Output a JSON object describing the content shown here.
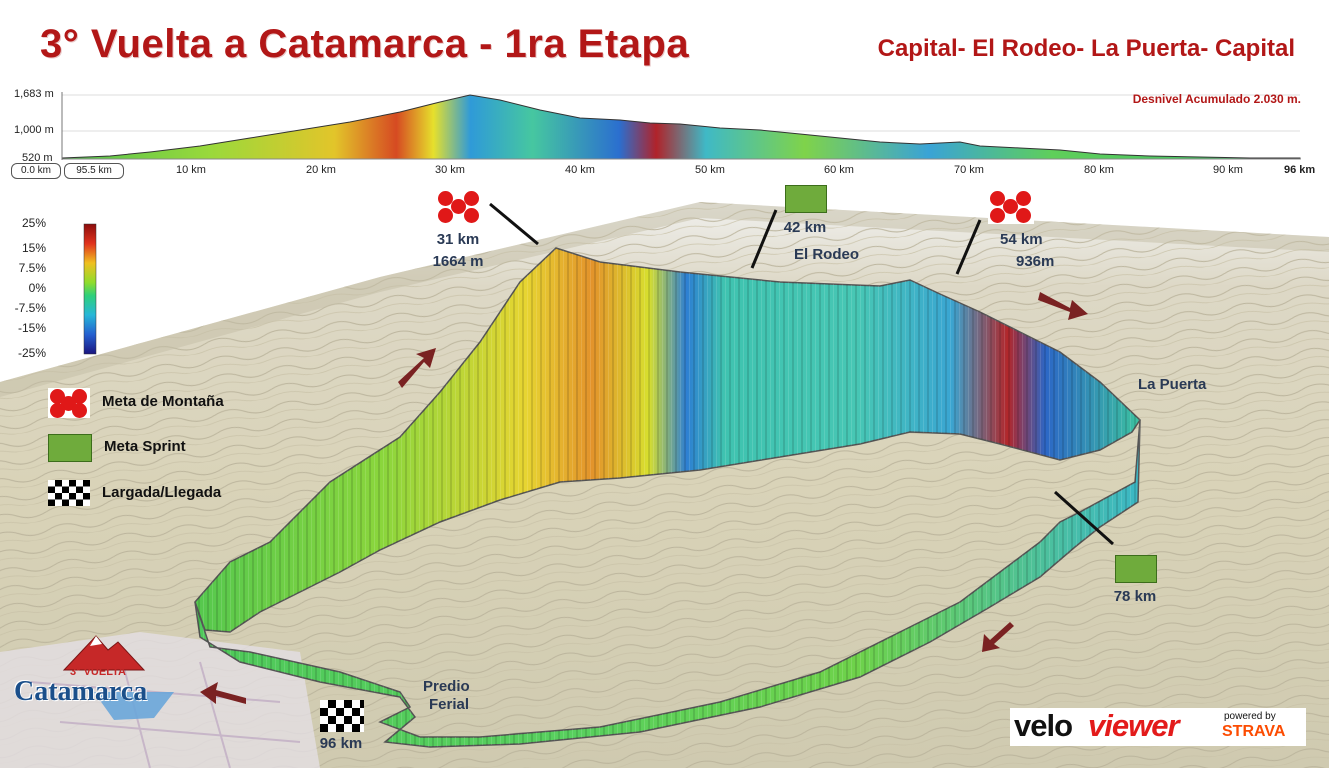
{
  "header": {
    "title": "3° Vuelta a Catamarca - 1ra Etapa",
    "route": "Capital- El Rodeo- La Puerta- Capital"
  },
  "profile": {
    "elevation_labels": [
      "1,683 m",
      "1,000 m",
      "520 m"
    ],
    "km_ticks": [
      "10 km",
      "20 km",
      "30 km",
      "40 km",
      "50 km",
      "60 km",
      "70 km",
      "80 km",
      "90 km",
      "96 km"
    ],
    "range_start": "0.0 km",
    "range_end": "95.5 km",
    "desnivel": "Desnivel Acumulado 2.030 m."
  },
  "gradient_scale": {
    "labels": [
      "25%",
      "15%",
      "7.5%",
      "0%",
      "-7.5%",
      "-15%",
      "-25%"
    ]
  },
  "legend": {
    "mountain": "Meta de Montaña",
    "sprint": "Meta Sprint",
    "start_finish": "Largada/Llegada"
  },
  "markers": {
    "kom1_km": "31 km",
    "kom1_alt": "1664 m",
    "sprint1_km": "42 km",
    "kom2_km": "54 km",
    "kom2_alt": "936m",
    "sprint2_km": "78 km",
    "finish_km": "96 km"
  },
  "places": {
    "el_rodeo": "El Rodeo",
    "la_puerta": "La Puerta",
    "predio": "Predio",
    "ferial": "Ferial"
  },
  "logos": {
    "event_small": "3° VUELTA",
    "event_big": "Catamarca",
    "velo_a": "velo",
    "velo_b": "viewer",
    "powered_by": "powered by",
    "strava": "STRAVA"
  },
  "colors": {
    "title_red": "#b21717",
    "arrow": "#7a2222",
    "sprint_green": "#6fab3c",
    "kom_red": "#e01818"
  }
}
